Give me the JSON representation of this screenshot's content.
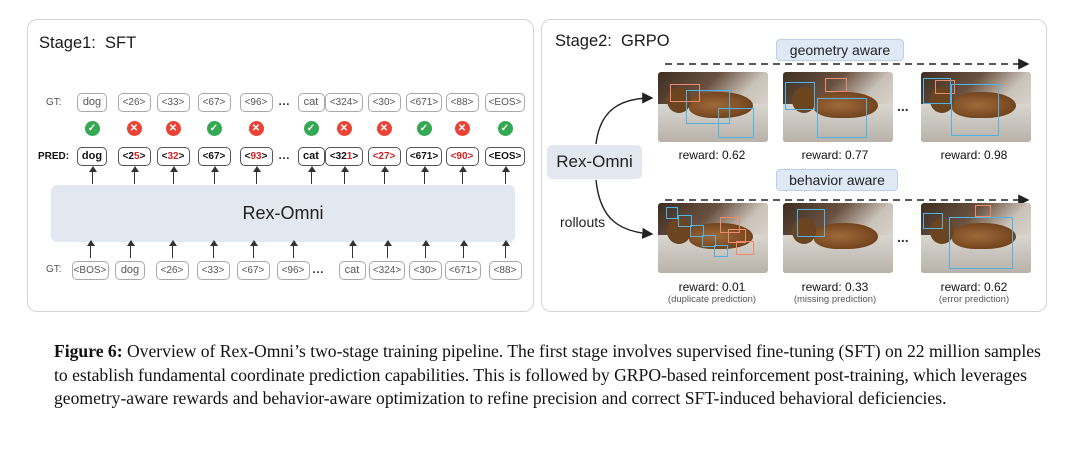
{
  "stage1": {
    "title": "Stage1:  SFT",
    "gt_label": "GT:",
    "pred_label": "PRED:",
    "gt_input_label": "GT:",
    "model": "Rex-Omni",
    "gt_tokens": [
      "dog",
      "<26>",
      "<33>",
      "<67>",
      "<96>",
      "…",
      "cat",
      "<324>",
      "<30>",
      "<671>",
      "<88>",
      "<EOS>"
    ],
    "pred_tokens": [
      {
        "pre": "",
        "bad": "",
        "post": "dog"
      },
      {
        "pre": "<2",
        "bad": "5",
        "post": ">"
      },
      {
        "pre": "<",
        "bad": "32",
        "post": ">"
      },
      {
        "pre": "",
        "bad": "",
        "post": "<67>"
      },
      {
        "pre": "<",
        "bad": "93",
        "post": ">"
      },
      {
        "pre": "",
        "bad": "",
        "post": "…"
      },
      {
        "pre": "",
        "bad": "",
        "post": "cat"
      },
      {
        "pre": "<32",
        "bad": "1",
        "post": ">"
      },
      {
        "pre": "",
        "bad": "<27>",
        "post": ""
      },
      {
        "pre": "",
        "bad": "",
        "post": "<671>"
      },
      {
        "pre": "",
        "bad": "<90>",
        "post": ""
      },
      {
        "pre": "",
        "bad": "",
        "post": "<EOS>"
      }
    ],
    "checks": [
      "ok",
      "bad",
      "bad",
      "ok",
      "bad",
      "",
      "ok",
      "bad",
      "bad",
      "ok",
      "bad",
      "ok"
    ],
    "input_tokens": [
      "<BOS>",
      "dog",
      "<26>",
      "<33>",
      "<67>",
      "<96>",
      "…",
      "cat",
      "<324>",
      "<30>",
      "<671>",
      "<88>"
    ]
  },
  "stage2": {
    "title": "Stage2:  GRPO",
    "model": "Rex-Omni",
    "rollouts": "rollouts",
    "geometry_tag": "geometry aware",
    "behavior_tag": "behavior aware",
    "ellipsis": "...",
    "geometry_rewards": [
      "reward: 0.62",
      "reward: 0.77",
      "reward: 0.98"
    ],
    "behavior_rewards": [
      "reward: 0.01",
      "reward: 0.33",
      "reward: 0.62"
    ],
    "behavior_notes": [
      "(duplicate prediction)",
      "(missing prediction)",
      "(error prediction)"
    ]
  },
  "caption": {
    "label": "Figure 6:",
    "text": " Overview of Rex-Omni’s two-stage training pipeline. The first stage involves supervised fine-tuning (SFT) on 22 million samples to establish fundamental coordinate prediction capabilities.  This is followed by GRPO-based reinforcement post-training, which leverages geometry-aware rewards and behavior-aware optimization to refine precision and correct SFT-induced behavioral deficiencies."
  }
}
